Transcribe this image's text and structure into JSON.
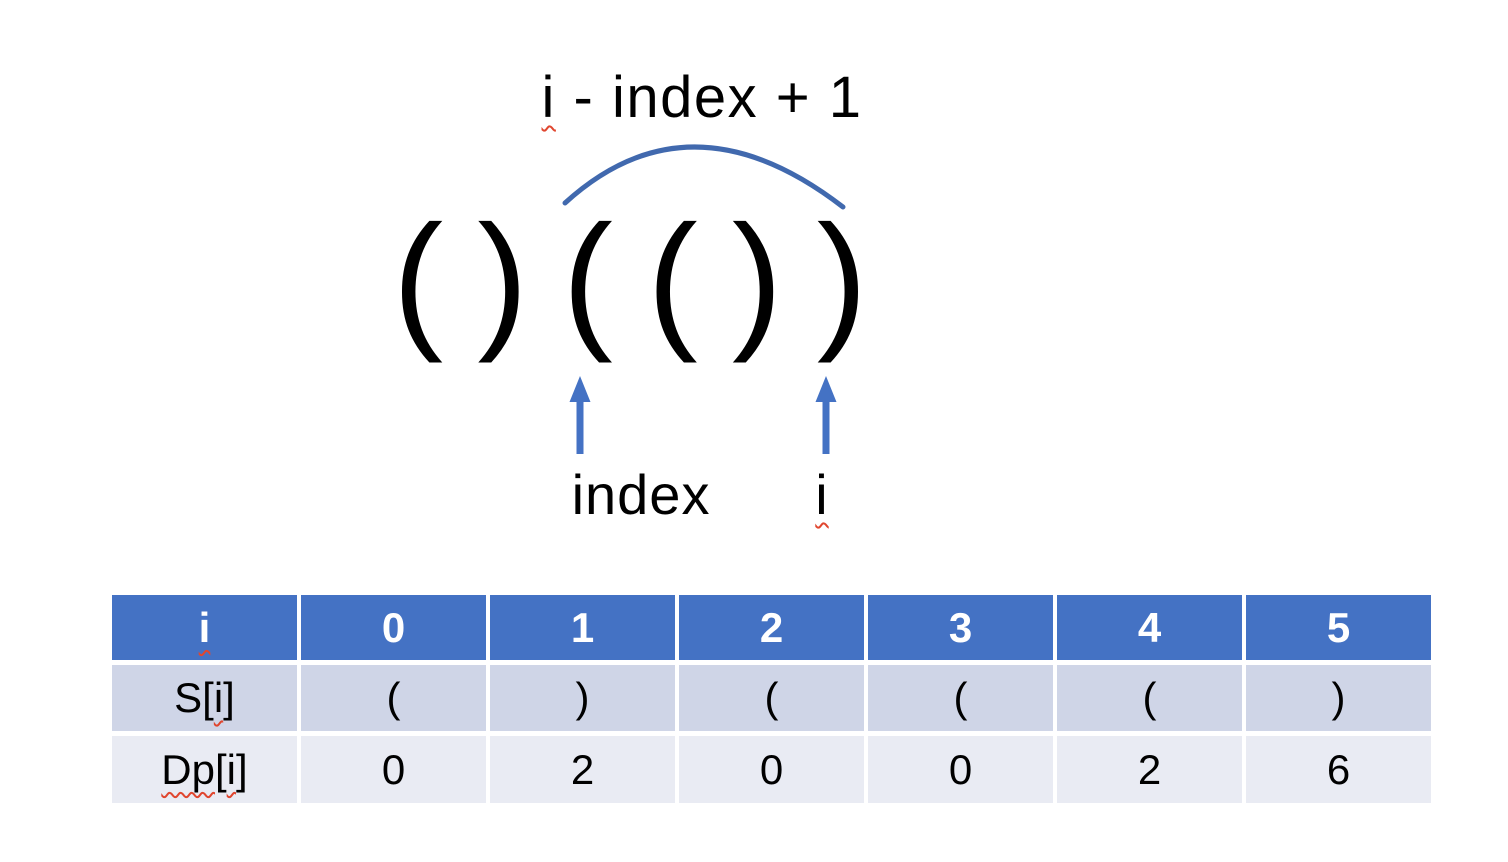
{
  "colors": {
    "accent_blue": "#4472C4",
    "arc_blue": "#4169AE",
    "header_bg": "#4472C4",
    "header_text": "#FFFFFF",
    "band1_bg": "#CFD5E7",
    "band2_bg": "#E9EBF3",
    "squiggle_red": "#E0462F",
    "text": "#000000"
  },
  "annotation": {
    "i": "i",
    "rest": " - index + 1"
  },
  "sequence": {
    "text": "( ) ( ( ) )"
  },
  "pointers": {
    "index_label": "index",
    "i_label": "i"
  },
  "table": {
    "header": [
      "i",
      "0",
      "1",
      "2",
      "3",
      "4",
      "5"
    ],
    "s_row": {
      "prefix": "S[",
      "i": "i",
      "suffix": "]",
      "values": [
        "(",
        ")",
        "(",
        "(",
        "(",
        ")"
      ]
    },
    "dp_row": {
      "name": "Dp",
      "open": "[",
      "i": "i",
      "close": "]",
      "values": [
        "0",
        "2",
        "0",
        "0",
        "2",
        "6"
      ]
    }
  }
}
